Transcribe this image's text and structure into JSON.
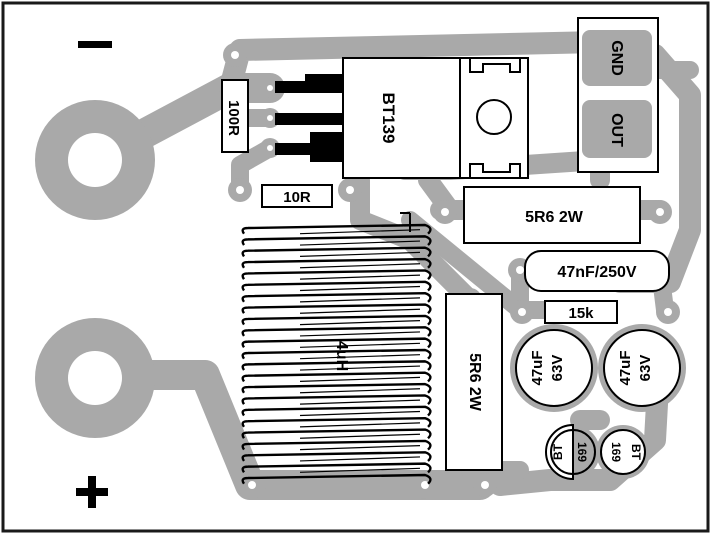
{
  "board": {
    "minus_label": "−",
    "plus_label": "+",
    "colors": {
      "copper": "#a9a9a9",
      "background": "#ffffff",
      "ink": "#000000",
      "border": "#1a1a1a"
    }
  },
  "components": {
    "triac": "BT139",
    "r_100": "100R",
    "r_10": "10R",
    "r_5r6_top": "5R6 2W",
    "r_5r6_mid": "5R6 2W",
    "cap_47n": "47nF/250V",
    "r_15k": "15k",
    "inductor": "4uH",
    "cap_left_value": "47uF",
    "cap_left_voltage": "63V",
    "cap_right_value": "47uF",
    "cap_right_voltage": "63V",
    "diode_left_a": "BT",
    "diode_left_b": "169",
    "diode_right_a": "BT",
    "diode_right_b": "169"
  },
  "connector": {
    "gnd": "GND",
    "out": "OUT"
  }
}
